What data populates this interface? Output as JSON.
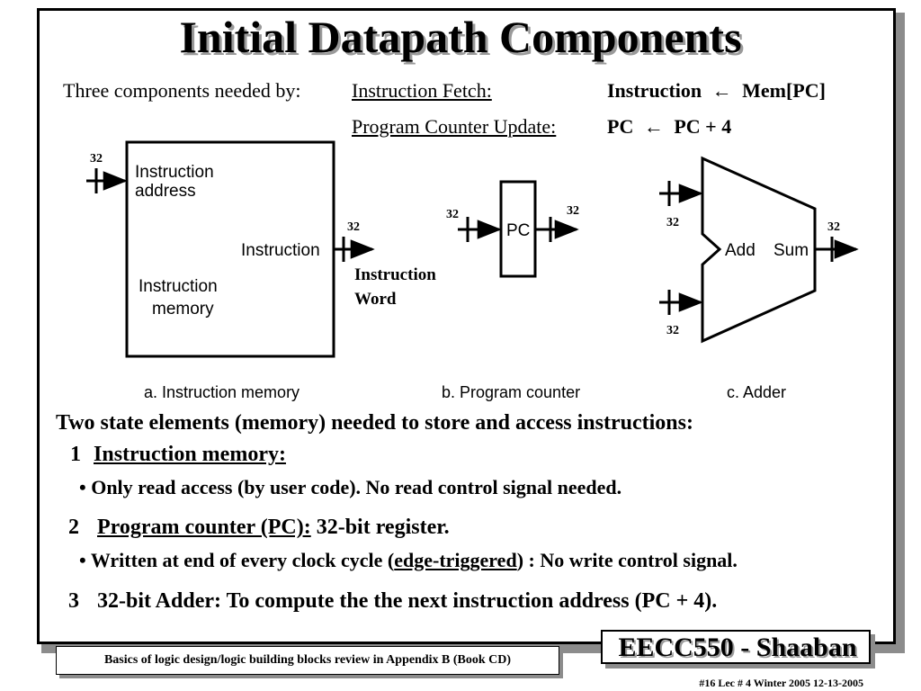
{
  "slide": {
    "title": "Initial Datapath Components",
    "intro": "Three components needed by:",
    "fetch_label": "Instruction Fetch:",
    "fetch_formula": {
      "lhs": "Instruction",
      "arrow": "←",
      "rhs": "Mem[PC]"
    },
    "update_label": "Program Counter Update:",
    "update_formula": {
      "lhs": "PC",
      "arrow": "←",
      "rhs": "PC + 4"
    }
  },
  "diagram": {
    "imem": {
      "addr_line1": "Instruction",
      "addr_line2": "address",
      "out_label": "Instruction",
      "name_line1": "Instruction",
      "name_line2": "memory",
      "in_width": "32",
      "out_width": "32",
      "word_line1": "Instruction",
      "word_line2": "Word",
      "caption": "a. Instruction memory"
    },
    "pc": {
      "label": "PC",
      "in_width": "32",
      "out_width": "32",
      "caption": "b. Program counter"
    },
    "adder": {
      "add_label": "Add",
      "sum_label": "Sum",
      "in1_width": "32",
      "in2_width": "32",
      "out_width": "32",
      "caption": "c. Adder"
    }
  },
  "body": {
    "heading": "Two state elements (memory) needed to store and access instructions:",
    "item1_num": "1",
    "item1_title": "Instruction memory:",
    "item1_bullet": "Only read access  (by user code).   No read control signal needed.",
    "item2_num": "2",
    "item2_title": "Program counter (PC):",
    "item2_rest": " 32-bit register.",
    "item2_bullet_pre": "Written at end of every clock cycle (",
    "item2_bullet_link": "edge-triggered",
    "item2_bullet_post": ") :  No write control signal.",
    "item3_num": "3",
    "item3_text": "32-bit Adder: To compute the the next instruction address (PC + 4)."
  },
  "footer": {
    "note": "Basics of logic design/logic building blocks review in Appendix B (Book CD)",
    "brand": "EECC550 - Shaaban",
    "meta": "#16   Lec # 4   Winter 2005   12-13-2005"
  }
}
